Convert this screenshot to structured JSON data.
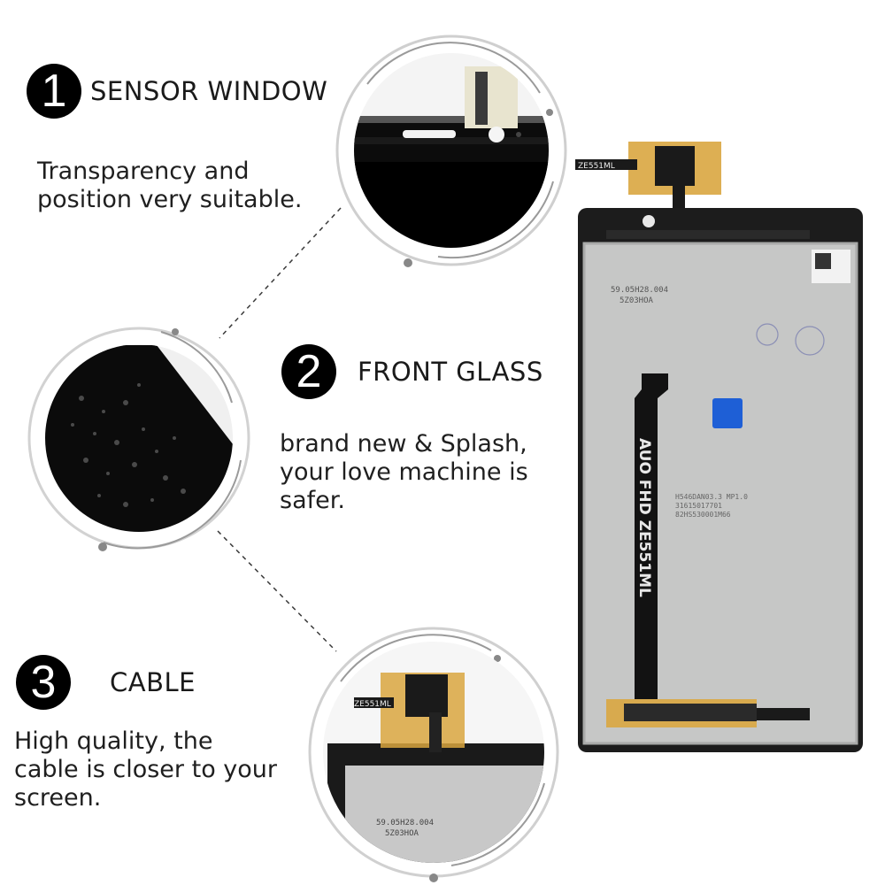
{
  "features": [
    {
      "number": "1",
      "title": "SENSOR WINDOW",
      "desc_lines": [
        "Transparency and",
        "position very suitable."
      ]
    },
    {
      "number": "2",
      "title": "FRONT GLASS",
      "desc_lines": [
        "brand  new & Splash,",
        "your love machine is",
        "safer."
      ]
    },
    {
      "number": "3",
      "title": "CABLE",
      "desc_lines": [
        "High quality, the",
        "cable is closer to your",
        "screen."
      ]
    }
  ],
  "product": {
    "flex_label": "AUO FHD ZE551ML",
    "top_chip_label": "ZE551ML",
    "panel_code_1": "59.05H28.004",
    "panel_code_2": "5Z03HOA",
    "panel_code_3": "H546DAN03.3 MP1.0",
    "panel_code_4": "31615017701",
    "panel_code_5": "82HS530001M66",
    "colors": {
      "bezel": "#1c1c1c",
      "panel": "#c6c7c6",
      "flex": "#121212",
      "blue_tag": "#1e5fd6",
      "gold_flex": "#d9a640"
    }
  }
}
